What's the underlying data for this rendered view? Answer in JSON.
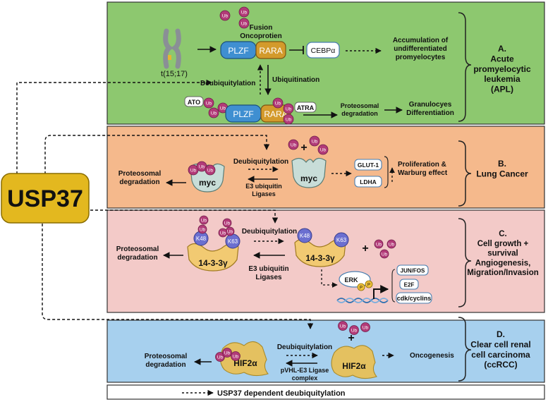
{
  "hub": {
    "label": "USP37"
  },
  "colors": {
    "panel_a": "#8dc86f",
    "panel_b": "#f5b98c",
    "panel_c": "#f3cac8",
    "panel_d": "#a7d0ee",
    "ub": "#b23a78",
    "lysine": "#6b6fd0",
    "hub": "#e3b81f",
    "plzf": "#3f8fd1",
    "rara": "#d39a2b",
    "protein": "#c8ddd8",
    "fourteen33": "#f2ca72",
    "hif": "#e4c160"
  },
  "ub_label": "Ub",
  "panels": {
    "a": {
      "title": "A.\nAcute\npromyelocytic\nleukemia\n(APL)",
      "chromosome": "t(15;17)",
      "fusion": "Fusion\nOncoprotien",
      "plzf": "PLZF",
      "rara": "RARA",
      "cebpa": "CEBPα",
      "accumulation": "Accumulation of\nundifferentiated\npromyelocytes",
      "deubiquitylation": "Deubiquitylation",
      "ubiquitination": "Ubiquitination",
      "ato": "ATO",
      "atra": "ATRA",
      "proteosomal": "Proteosomal\ndegradation",
      "granulocytes": "Granulocyes\nDifferentiation"
    },
    "b": {
      "title": "B.\nLung Cancer",
      "proteosomal": "Proteosomal\ndegradation",
      "deubiquitylation": "Deubiquitylation",
      "e3": "E3 ubiquitin\nLigases",
      "protein": "myc",
      "glut1": "GLUT-1",
      "ldha": "LDHA",
      "outcome": "Proliferation &\nWarburg effect",
      "plus": "+"
    },
    "c": {
      "title": "C.\nCell growth +\nsurvival\nAngiogenesis,\nMigration/Invasion",
      "proteosomal": "Proteosomal\ndegradation",
      "deubiquitylation": "Deubiquitylation",
      "e3": "E3 ubiquitin\nLigases",
      "protein": "14-3-3γ",
      "k48": "K48",
      "k63": "K63",
      "erk": "ERK",
      "p": "P",
      "jun": "JUN/FOS",
      "e2f": "E2F",
      "cdk": "cdk/cyclins",
      "plus": "+"
    },
    "d": {
      "title": "D.\nClear cell renal\ncell carcinoma\n(ccRCC)",
      "proteosomal": "Proteosomal\ndegradation",
      "deubiquitylation": "Deubiquitylation",
      "pvhl": "pVHL-E3 Ligase\ncomplex",
      "protein": "HIF2α",
      "oncogenesis": "Oncogenesis",
      "plus": "+"
    }
  },
  "legend": "USP37 dependent deubiquitylation"
}
